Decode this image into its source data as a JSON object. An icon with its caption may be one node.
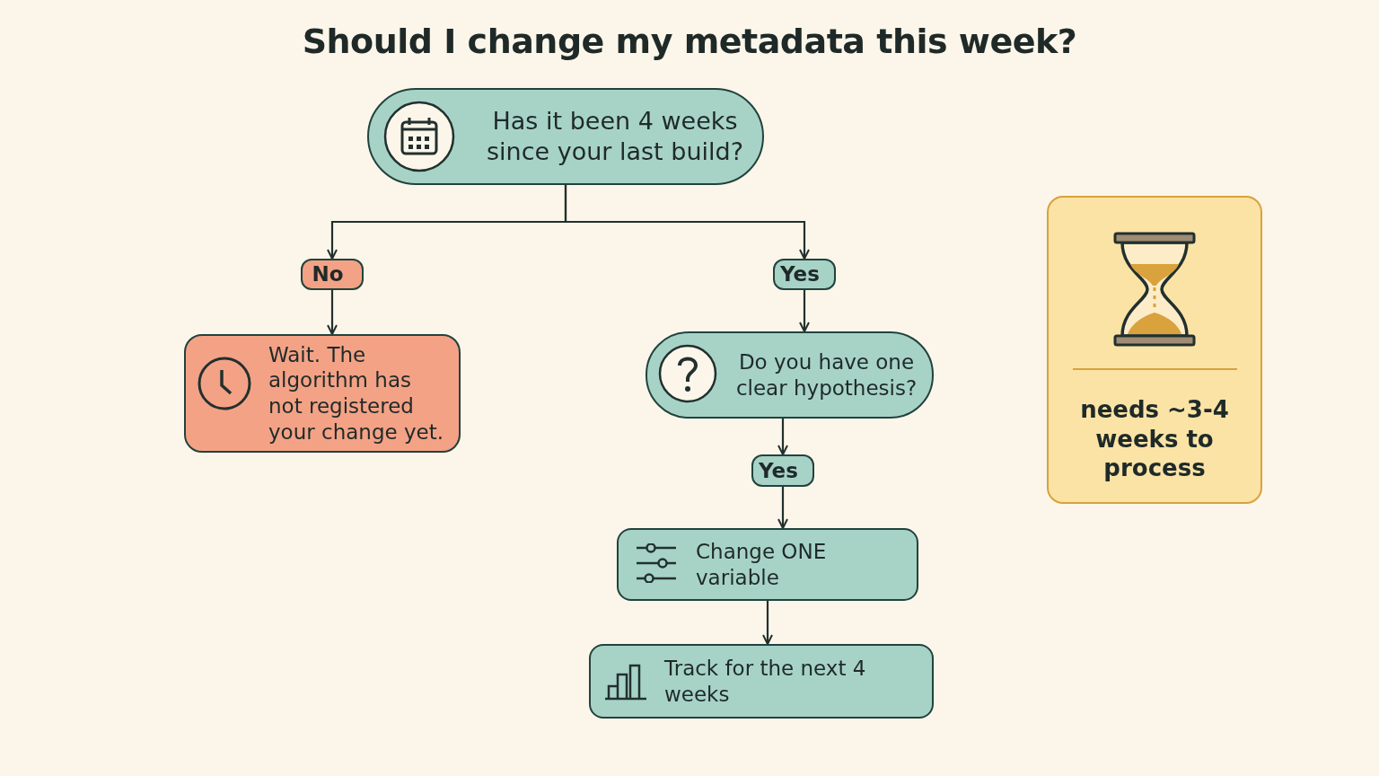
{
  "diagram": {
    "title": "Should I change my metadata this week?",
    "nodes": [
      {
        "text": [
          "Has it been 4 weeks since your last build?"
        ]
      },
      {
        "text": [
          "No"
        ]
      },
      {
        "text": [
          "Yes"
        ]
      },
      {
        "text": [
          "Wait. The algorithm has not registered your change yet."
        ]
      },
      {
        "text": [
          "Do you have one clear hypothesis?"
        ]
      },
      {
        "text": [
          "Yes"
        ]
      },
      {
        "text": [
          "Change ONE variable"
        ]
      },
      {
        "text": [
          "Track for the next 4 weeks"
        ]
      },
      {
        "text": [
          "needs ~3-4 weeks to process"
        ]
      }
    ],
    "edges": [
      {
        "from": 0,
        "to": 1,
        "arrow": "to"
      },
      {
        "from": 0,
        "to": 2,
        "arrow": "to"
      },
      {
        "from": 1,
        "to": 3,
        "arrow": "to"
      },
      {
        "from": 2,
        "to": 4,
        "arrow": "to"
      },
      {
        "from": 4,
        "to": 5,
        "arrow": "to"
      },
      {
        "from": 5,
        "to": 6,
        "arrow": "to"
      },
      {
        "from": 6,
        "to": 7,
        "arrow": "to"
      }
    ]
  }
}
